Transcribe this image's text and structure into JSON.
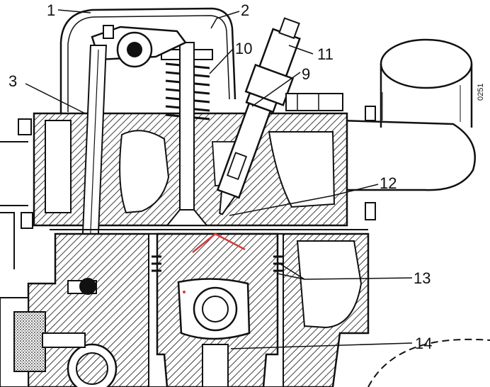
{
  "labels": {
    "l1": "1",
    "l2": "2",
    "l3": "3",
    "l9": "9",
    "l10": "10",
    "l11": "11",
    "l12": "12",
    "l13": "13",
    "l14": "14"
  },
  "drawing_code": "0251",
  "colors": {
    "ink": "#111111",
    "paper": "#ffffff",
    "highlight": "#d83a3a"
  }
}
